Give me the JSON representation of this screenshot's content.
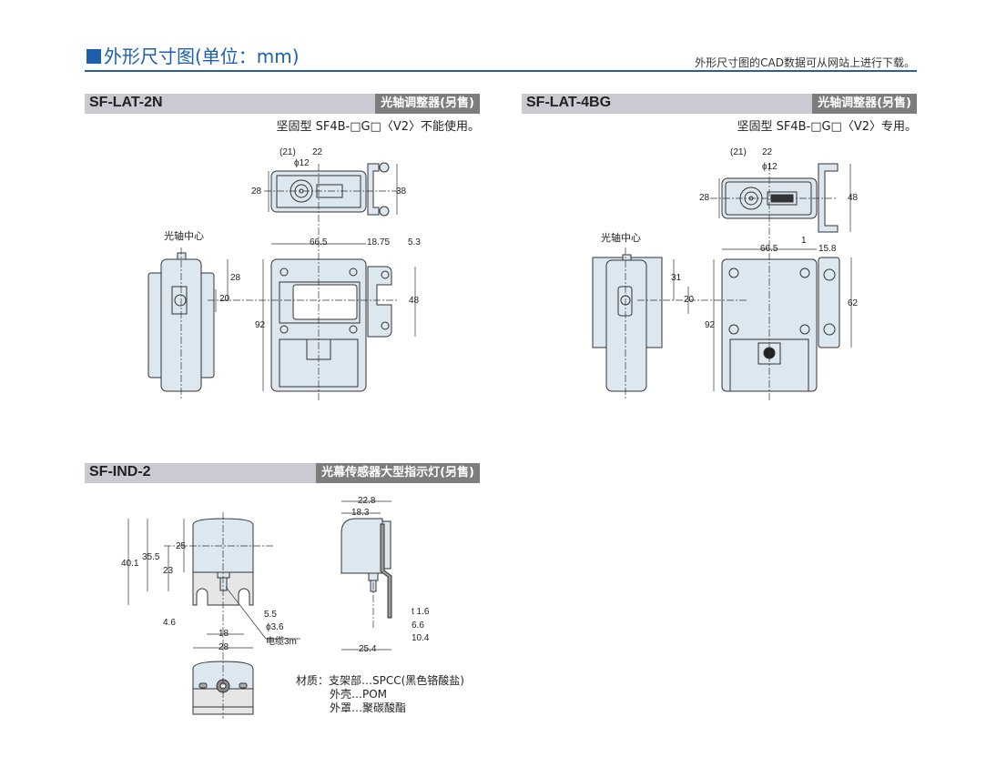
{
  "header": {
    "title": "外形尺寸图(单位：mm)",
    "cad_note": "外形尺寸图的CAD数据可从网站上进行下载。"
  },
  "sections": [
    {
      "model": "SF-LAT-2N",
      "tag": "光轴调整器(另售)",
      "note": "坚固型 SF4B-□G□〈V2〉不能使用。",
      "optical_axis_label": "光轴中心",
      "dims": {
        "d21": "(21)",
        "d22": "22",
        "phi12": "ϕ12",
        "d28_top": "28",
        "d38": "38",
        "d28_side": "28",
        "d20": "20",
        "d66_5": "66.5",
        "d18_75": "18.75",
        "d5_3": "5.3",
        "d92": "92",
        "d48": "48"
      }
    },
    {
      "model": "SF-LAT-4BG",
      "tag": "光轴调整器(另售)",
      "note": "坚固型 SF4B-□G□〈V2〉专用。",
      "optical_axis_label": "光轴中心",
      "dims": {
        "d21": "(21)",
        "d22": "22",
        "phi12": "ϕ12",
        "d28_top": "28",
        "d48": "48",
        "d31": "31",
        "d20": "20",
        "d66_5": "66.5",
        "d1": "1",
        "d15_8": "15.8",
        "d92": "92",
        "d62": "62"
      }
    },
    {
      "model": "SF-IND-2",
      "tag": "光幕传感器大型指示灯(另售)",
      "dims": {
        "d40_1": "40.1",
        "d35_5": "35.5",
        "d25": "25",
        "d23": "23",
        "d4_6": "4.6",
        "d5_5": "5.5",
        "phi3_6": "ϕ3.6",
        "cable": "电缆3m",
        "d18": "18",
        "d28": "28",
        "d22_8": "22.8",
        "d18_3": "18.3",
        "t1_6": "t 1.6",
        "d6_6": "6.6",
        "d10_4": "10.4",
        "d25_4": "25.4"
      },
      "materials": [
        "材质：支架部…SPCC(黑色铬酸盐)",
        "外壳…POM",
        "外罩…聚碳酸酯"
      ]
    }
  ],
  "colors": {
    "accent": "#1b5fae",
    "bar": "#c9cad2",
    "tag": "#7d7d7d",
    "part_fill": "#dce7f0"
  }
}
